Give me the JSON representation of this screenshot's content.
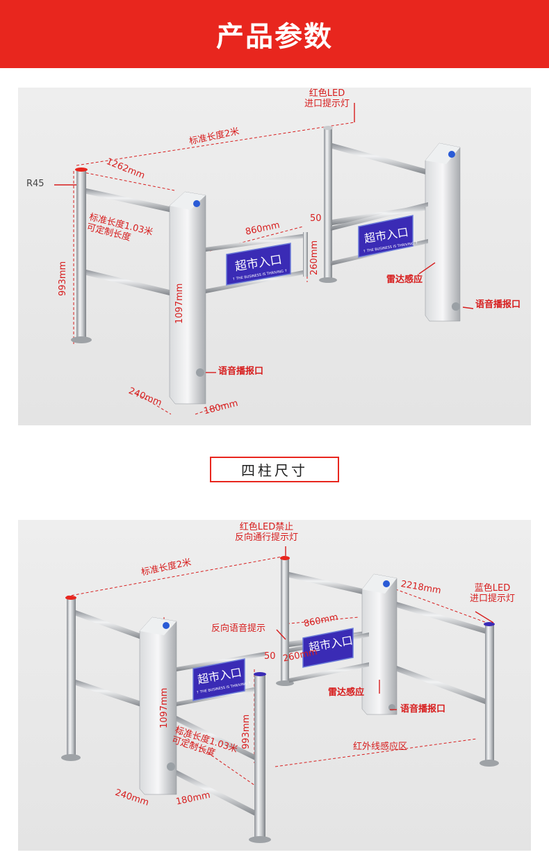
{
  "header": {
    "title": "产品参数"
  },
  "diagram1": {
    "annotations": {
      "red_led": "红色LED\n进口提示灯",
      "std_length": "标准长度2米",
      "r45": "R45",
      "dim_1262": "1262mm",
      "custom_length": "标准长度1.03米\n可定制长度",
      "dim_993": "993mm",
      "dim_860": "860mm",
      "dim_50": "50",
      "dim_260": "260mm",
      "dim_1097": "1097mm",
      "radar": "雷达感应",
      "voice_port_right": "语音播报口",
      "voice_port_left": "语音播报口",
      "dim_240": "240mm",
      "dim_180": "180mm"
    },
    "sign": {
      "main": "超市入口",
      "sub": "↑ THE BUSINESS IS THRIVING ↑"
    }
  },
  "section_label": "四柱尺寸",
  "diagram2": {
    "annotations": {
      "red_led_forbid": "红色LED禁止\n反向通行提示灯",
      "std_length": "标准长度2米",
      "dim_2218": "2218mm",
      "blue_led": "蓝色LED\n进口提示灯",
      "reverse_voice": "反向语音提示",
      "dim_860": "860mm",
      "dim_50": "50",
      "dim_260": "260mm",
      "dim_1097": "1097mm",
      "radar": "雷达感应",
      "voice_port": "语音播报口",
      "dim_993": "993mm",
      "custom_length": "标准长度1.03米\n可定制长度",
      "infrared": "红外线感应区",
      "dim_240": "240mm",
      "dim_180": "180mm"
    },
    "sign": {
      "main": "超市入口",
      "sub": "↑ THE BUSINESS IS THRIVING ↑"
    }
  },
  "colors": {
    "brand_red": "#e8261e",
    "annotation_red": "#d71d1d",
    "sign_blue": "#3a2bb5",
    "steel": "#b9bcc0"
  }
}
